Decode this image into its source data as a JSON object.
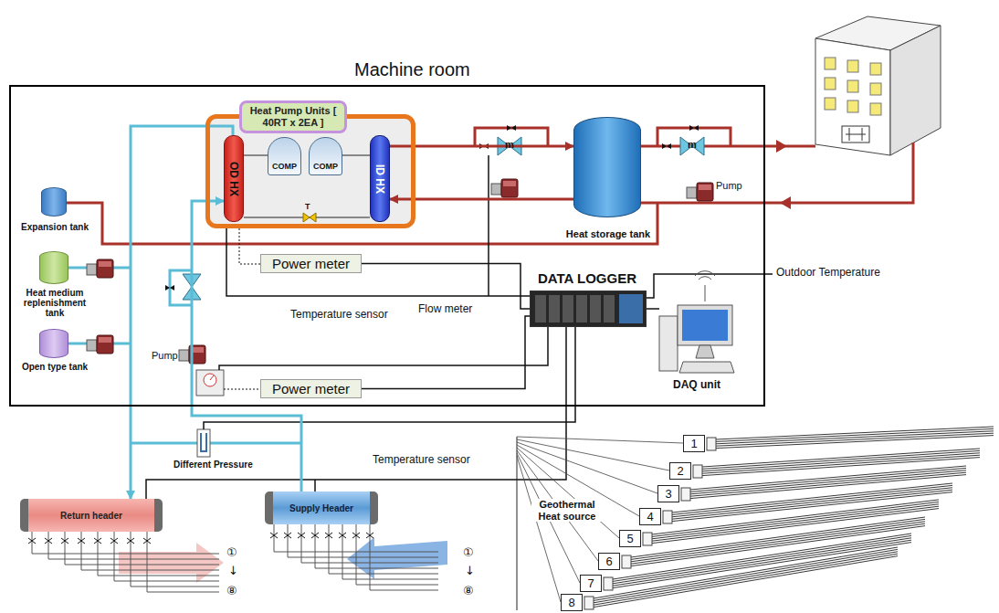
{
  "diagram": {
    "nodes": [
      {
        "text": [
          "Machine room"
        ]
      },
      {
        "text": [
          "Heat Pump Units [ 40RT x 2EA ]"
        ],
        "in": 0
      },
      {
        "text": [
          "OD HX"
        ],
        "in": 1
      },
      {
        "text": [
          "COMP"
        ],
        "in": 1
      },
      {
        "text": [
          "COMP"
        ],
        "in": 1
      },
      {
        "text": [
          "ID HX"
        ],
        "in": 1
      },
      {
        "text": [
          "Heat storage tank"
        ],
        "in": 0
      },
      {
        "text": [
          "Expansion tank"
        ],
        "in": 0
      },
      {
        "text": [
          "Heat medium replenishment tank"
        ],
        "in": 0
      },
      {
        "text": [
          "Open type tank"
        ],
        "in": 0
      },
      {
        "text": [
          "Power meter"
        ],
        "in": 0
      },
      {
        "text": [
          "DATA LOGGER"
        ],
        "in": 0
      },
      {
        "text": [
          "DAQ unit"
        ],
        "in": 0
      },
      {
        "text": [
          "Power meter"
        ],
        "in": 0
      },
      {
        "text": [
          "Return header"
        ]
      },
      {
        "text": [
          "Supply Header"
        ]
      },
      {
        "text": [
          "1"
        ]
      },
      {
        "text": [
          "2"
        ]
      },
      {
        "text": [
          "3"
        ]
      },
      {
        "text": [
          "4"
        ]
      },
      {
        "text": [
          "5"
        ]
      },
      {
        "text": [
          "6"
        ]
      },
      {
        "text": [
          "7"
        ]
      },
      {
        "text": [
          "8"
        ]
      }
    ],
    "edges": [
      {
        "from": 10,
        "to": 11,
        "arrow": "none"
      },
      {
        "from": 13,
        "to": 11,
        "arrow": "none"
      },
      {
        "from": 11,
        "to": 12,
        "arrow": "none"
      },
      {
        "from": 5,
        "to": 6,
        "arrow": "to"
      },
      {
        "from": 6,
        "to": 5,
        "arrow": "to"
      },
      {
        "from": 2,
        "to": 14,
        "arrow": "to"
      },
      {
        "from": 15,
        "to": 2,
        "arrow": "to"
      }
    ],
    "labels": [
      "Pump",
      "Pump",
      "Flow meter",
      "Temperature sensor",
      "Temperature sensor",
      "Outdoor Temperature",
      "Different Pressure",
      "Geothermal Heat source",
      "①",
      "↓",
      "⑧",
      "①",
      "↓",
      "⑧",
      "m",
      "m",
      "T"
    ]
  }
}
